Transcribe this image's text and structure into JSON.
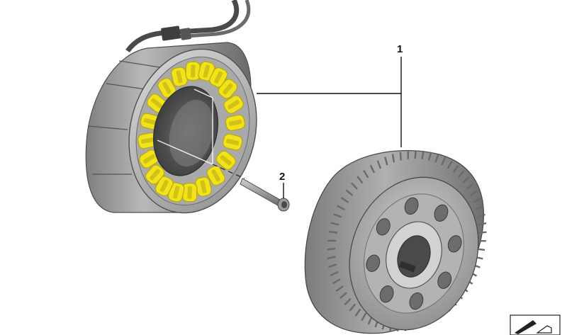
{
  "diagram": {
    "callouts": [
      {
        "id": "1",
        "label": "1"
      },
      {
        "id": "2",
        "label": "2"
      }
    ],
    "parts": [
      {
        "name": "stator",
        "icon": "stator-with-coils"
      },
      {
        "name": "bolt",
        "icon": "hex-socket-bolt"
      },
      {
        "name": "rotor",
        "icon": "rotor-flywheel"
      }
    ],
    "corner_symbol": {
      "icon": "pen-scale-icon"
    },
    "colors": {
      "coil": "#f2e21c",
      "coil_shadow": "#b7a80e",
      "metal_light": "#c9c9c9",
      "metal_mid": "#9a9a9a",
      "metal_dark": "#5f5f5f",
      "line": "#111111"
    }
  }
}
